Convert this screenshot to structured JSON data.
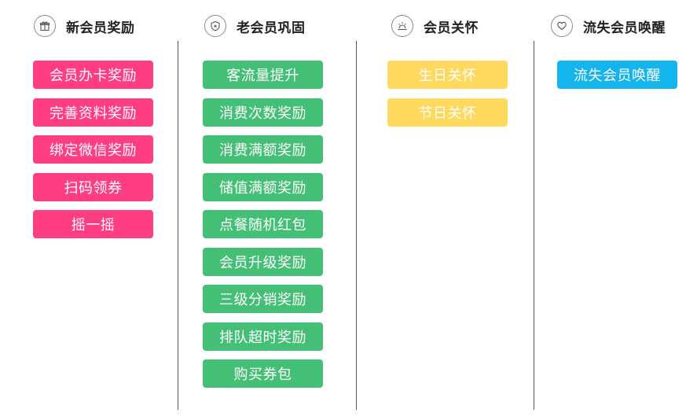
{
  "colors": {
    "new_member": "#ff3d82",
    "old_member": "#44bf76",
    "care": "#ffd85e",
    "lost": "#14b4ec",
    "divider": "#555555",
    "header_text": "#222222"
  },
  "columns": [
    {
      "title": "新会员奖励",
      "icon": "gift-icon",
      "items": [
        "会员办卡奖励",
        "完善资料奖励",
        "绑定微信奖励",
        "扫码领券",
        "摇一摇"
      ]
    },
    {
      "title": "老会员巩固",
      "icon": "shield-icon",
      "items": [
        "客流量提升",
        "消费次数奖励",
        "消费满额奖励",
        "储值满额奖励",
        "点餐随机红包",
        "会员升级奖励",
        "三级分销奖励",
        "排队超时奖励",
        "购买券包"
      ]
    },
    {
      "title": "会员关怀",
      "icon": "sunrise-icon",
      "items": [
        "生日关怀",
        "节日关怀"
      ]
    },
    {
      "title": "流失会员唤醒",
      "icon": "heart-icon",
      "items": [
        "流失会员唤醒"
      ]
    }
  ]
}
